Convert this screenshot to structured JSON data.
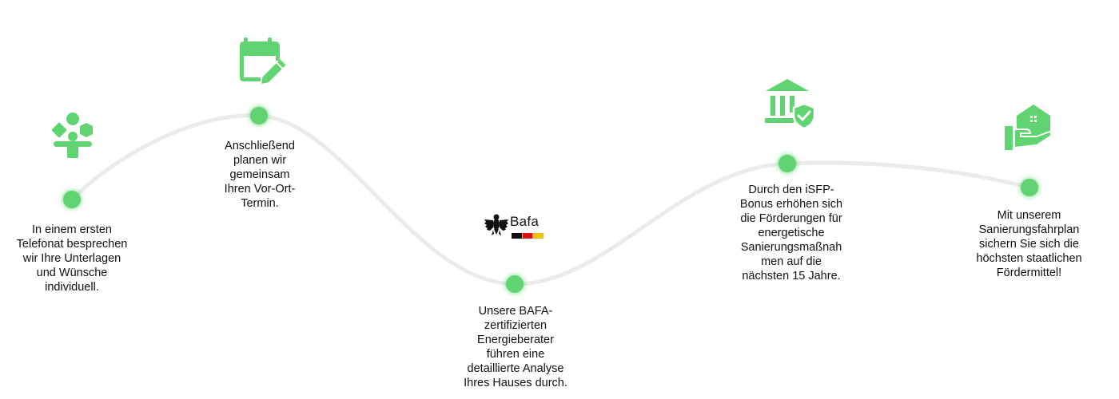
{
  "colors": {
    "accent": "#5fd470",
    "path": "#ebebeb",
    "text": "#111111"
  },
  "steps": [
    {
      "id": "call",
      "icon": "people-connection-icon",
      "text": "In einem ersten\nTelefonat besprechen\nwir Ihre Unterlagen\nund Wünsche\nindividuell."
    },
    {
      "id": "appointment",
      "icon": "calendar-edit-icon",
      "text": "Anschließend\nplanen wir\ngemeinsam\nIhren Vor-Ort-\nTermin."
    },
    {
      "id": "analysis",
      "icon": "bafa-logo",
      "logo_text": "Bafa",
      "text": "Unsere BAFA-\nzertifizierten\nEnergieberater\nführen eine\ndetaillierte Analyse\nIhres Hauses durch."
    },
    {
      "id": "bonus",
      "icon": "bank-shield-icon",
      "text": "Durch den iSFP-\nBonus erhöhen sich\ndie Förderungen für\nenergetische\nSanierungsmaßnah\nmen auf die\nnächsten 15 Jahre."
    },
    {
      "id": "funding",
      "icon": "house-hand-icon",
      "text": "Mit unserem\nSanierungsfahrplan\nsichern Sie sich die\nhöchsten staatlichen\nFördermittel!"
    }
  ]
}
